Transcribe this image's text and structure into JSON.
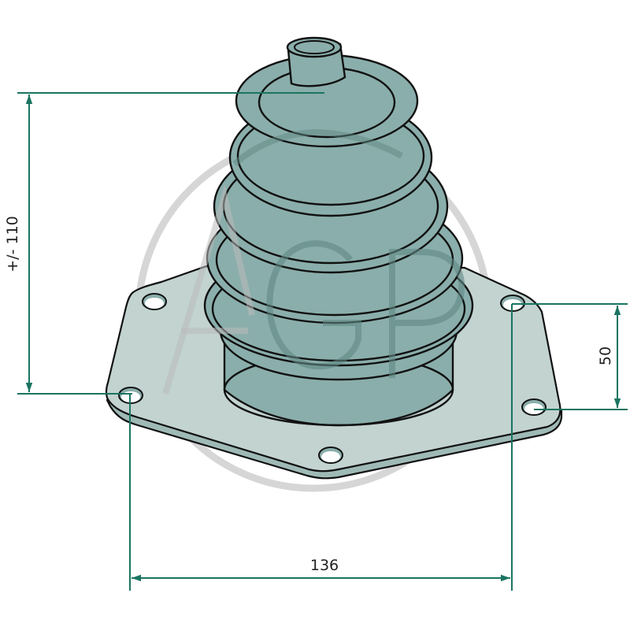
{
  "drawing": {
    "subject": "rubber bellows boot with flange plate",
    "watermark": {
      "text": "AGP",
      "ring_color": "#d3d3d3",
      "letter_color": "#c9c9c9"
    },
    "colors": {
      "bellows_fill": "#8aaeab",
      "bellows_shadow": "#7a9e9b",
      "flange_fill": "#c2d3d0",
      "flange_edge": "#9fbab6",
      "outline": "#111111",
      "dimension_line": "#1a7461",
      "dimension_text": "#222222",
      "background": "#ffffff"
    },
    "dimensions": {
      "height": {
        "label": "+/- 110",
        "orientation": "vertical",
        "side": "left"
      },
      "hole_spacing_vertical": {
        "label": "50",
        "orientation": "vertical",
        "side": "right"
      },
      "hole_spacing_horizontal": {
        "label": "136",
        "orientation": "horizontal",
        "side": "bottom"
      }
    },
    "flange_holes": 5,
    "bellows_convolutions": 6
  }
}
